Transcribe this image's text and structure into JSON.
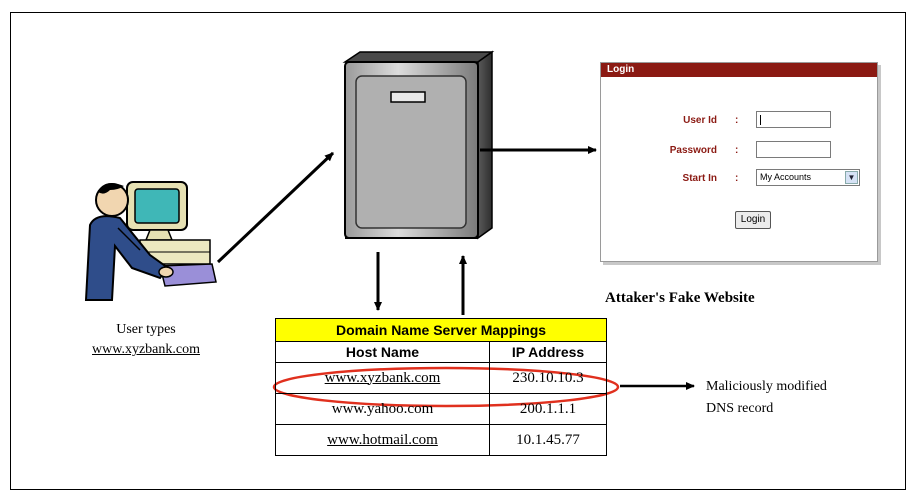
{
  "user_caption": {
    "line1": "User types",
    "line2": "www.xyzbank.com"
  },
  "fake_site": {
    "caption": "Attaker's Fake Website",
    "window_title": "Login",
    "fields": [
      {
        "label": "User Id",
        "separator": ":"
      },
      {
        "label": "Password",
        "separator": ":"
      },
      {
        "label": "Start In",
        "separator": ":",
        "selected": "My Accounts"
      }
    ],
    "button_label": "Login",
    "title_bar_color": "#8b1a13"
  },
  "dns_table": {
    "title": "Domain Name Server Mappings",
    "title_color": "#ffff00",
    "columns": [
      "Host Name",
      "IP Address"
    ],
    "rows": [
      {
        "host": "www.xyzbank.com",
        "ip": "230.10.10.3"
      },
      {
        "host": "www.yahoo.com",
        "ip": "200.1.1.1"
      },
      {
        "host": "www.hotmail.com",
        "ip": "10.1.45.77"
      }
    ]
  },
  "annotation": {
    "line1": "Maliciously modified",
    "line2": "DNS record",
    "highlight_color": "#e0301e"
  }
}
